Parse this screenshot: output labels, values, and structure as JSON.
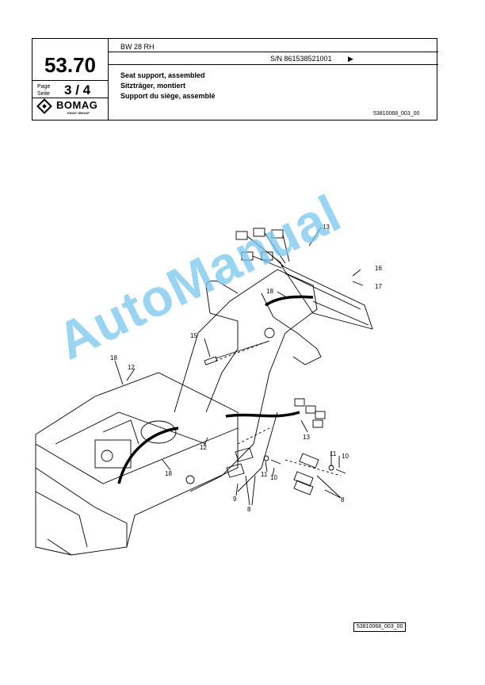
{
  "header": {
    "section_number": "53.70",
    "page_label_en": "Page",
    "page_label_de": "Seite",
    "page_current": "3",
    "page_separator": "/",
    "page_total": "4",
    "model": "BW 28 RH",
    "serial": "S/N 861538521001",
    "serial_arrow": "▶",
    "title_en": "Seat support, assembled",
    "title_de": "Sitzträger, montiert",
    "title_fr": "Support du siège, assemblé",
    "doc_ref": "53810068_003_00"
  },
  "logo": {
    "name": "BOMAG",
    "subtitle": "FAYAT GROUP"
  },
  "callouts": [
    "13",
    "16",
    "17",
    "18",
    "15",
    "18",
    "12",
    "13",
    "12",
    "11",
    "10",
    "11",
    "10",
    "9",
    "8",
    "8",
    "18"
  ],
  "watermark": "AutoManual",
  "footer": {
    "image_ref": "53810068_003_00"
  }
}
